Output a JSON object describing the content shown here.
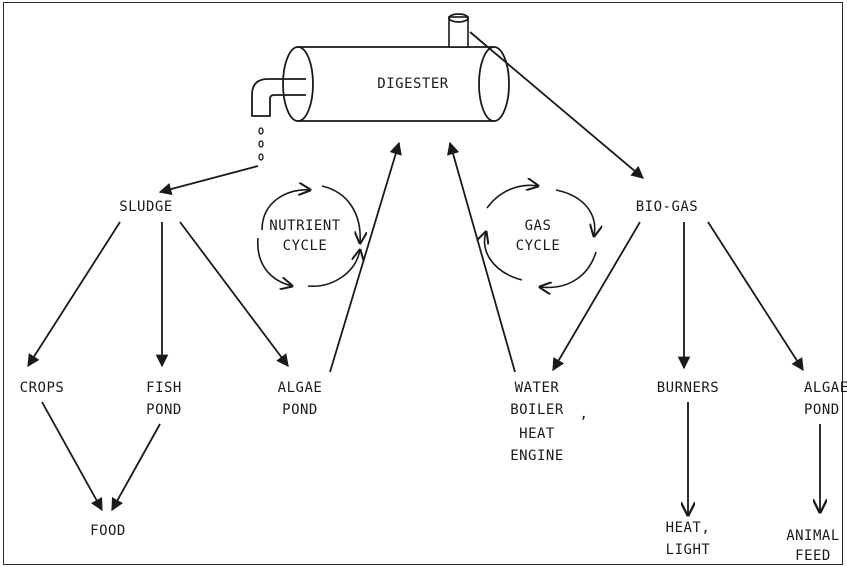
{
  "nodes": {
    "digester": "DIGESTER",
    "sludge": "SLUDGE",
    "biogas": "BIO-GAS",
    "crops": "CROPS",
    "fish_pond": [
      "FISH",
      "POND"
    ],
    "algae_pond_left": [
      "ALGAE",
      "POND"
    ],
    "water_boiler": [
      "WATER",
      "BOILER",
      "HEAT",
      "ENGINE"
    ],
    "water_boiler_comma": ",",
    "burners": "BURNERS",
    "algae_pond_right": [
      "ALGAE",
      "POND"
    ],
    "food": "FOOD",
    "heat_light": [
      "HEAT,",
      "LIGHT"
    ],
    "animal_feed": [
      "ANIMAL",
      "FEED"
    ]
  },
  "cycles": {
    "nutrient": [
      "NUTRIENT",
      "CYCLE"
    ],
    "gas": [
      "GAS",
      "CYCLE"
    ]
  }
}
